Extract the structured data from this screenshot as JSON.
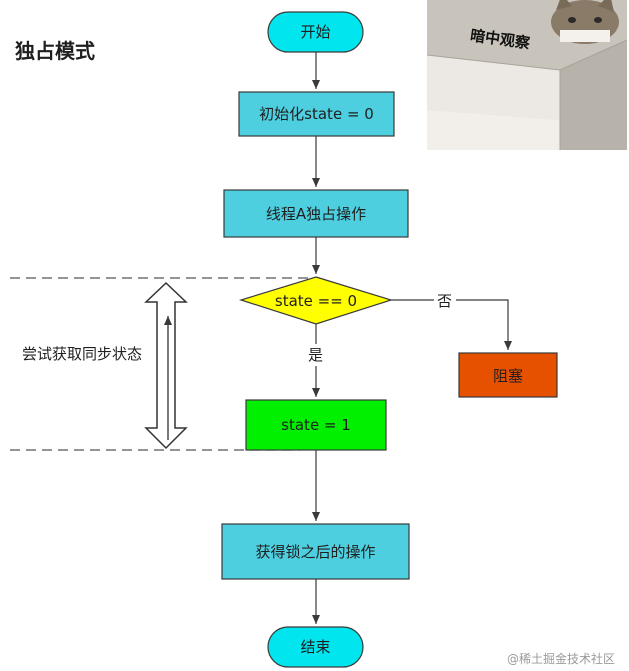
{
  "title": "独占模式",
  "photo_caption": "暗中观察",
  "nodes": {
    "start": "开始",
    "init": "初始化state = 0",
    "thread_a": "线程A独占操作",
    "decision": "state == 0",
    "blocked": "阻塞",
    "set_state": "state = 1",
    "after_lock": "获得锁之后的操作",
    "end": "结束"
  },
  "edges": {
    "no": "否",
    "yes": "是"
  },
  "bracket_label": "尝试获取同步状态",
  "watermark": "@稀土掘金技术社区",
  "colors": {
    "terminal": "#00e5ee",
    "process": "#4dcfe0",
    "decision": "#ffff00",
    "blocked": "#e65100",
    "success": "#00f000",
    "stroke": "#3a3a3a"
  }
}
